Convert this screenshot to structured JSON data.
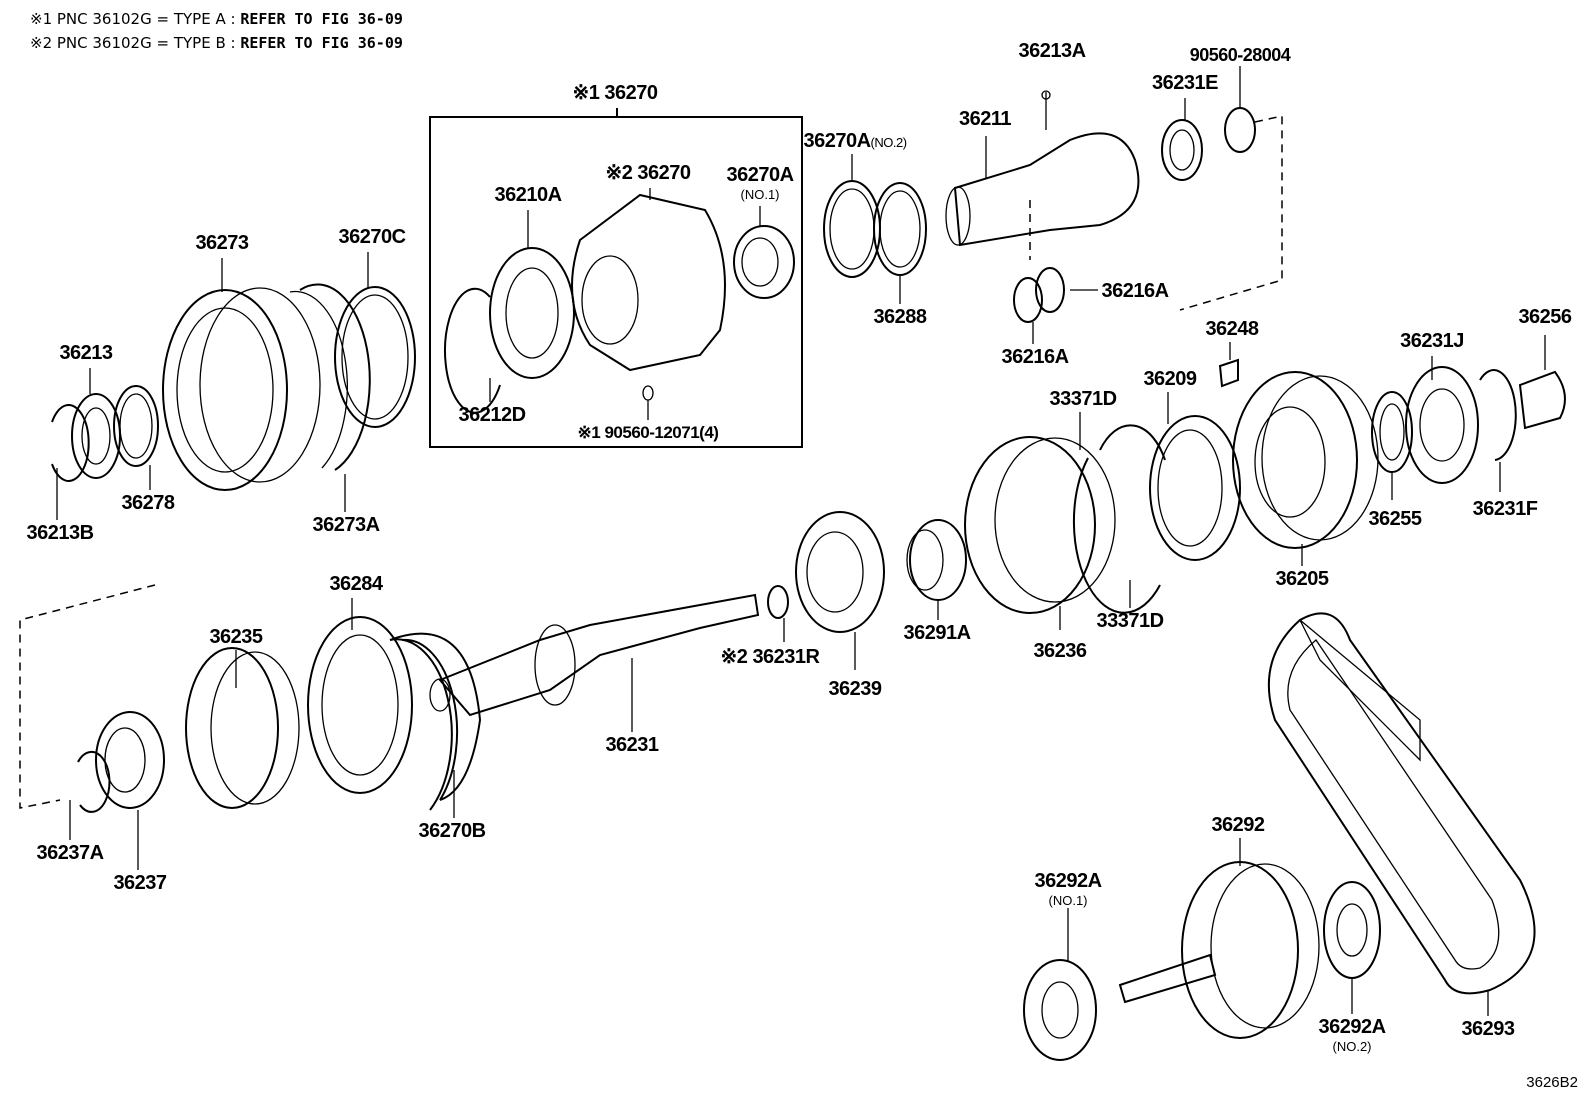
{
  "notes": [
    {
      "prefix": "※1 PNC 36102G = TYPE A :",
      "ref": "REFER TO FIG 36-09"
    },
    {
      "prefix": "※2 PNC 36102G = TYPE B :",
      "ref": "REFER TO FIG 36-09"
    }
  ],
  "parts": {
    "p36213A": "36213A",
    "p90560_28004": "90560-28004",
    "p36270_assy": "※1 36270",
    "p36231E": "36231E",
    "p36211": "36211",
    "p36270A_no2": "36270A",
    "p36270A_no2_sub": "(NO.2)",
    "p36270_type2": "※2 36270",
    "p36270A_no1": "36270A",
    "p36270A_no1_sub": "(NO.1)",
    "p36210A": "36210A",
    "p36273": "36273",
    "p36270C": "36270C",
    "p36216A_a": "36216A",
    "p36216A_b": "36216A",
    "p36288": "36288",
    "p36248": "36248",
    "p36256": "36256",
    "p36231J": "36231J",
    "p36213": "36213",
    "p36212D": "36212D",
    "p90560_12071": "※1 90560-12071(4)",
    "p33371D_a": "33371D",
    "p36209": "36209",
    "p36278": "36278",
    "p36213B": "36213B",
    "p36273A": "36273A",
    "p36255": "36255",
    "p36231F": "36231F",
    "p36205": "36205",
    "p36284": "36284",
    "p36235": "36235",
    "p36291A": "36291A",
    "p33371D_b": "33371D",
    "p36236": "36236",
    "p36231R": "※2 36231R",
    "p36239": "36239",
    "p36231": "36231",
    "p36270B": "36270B",
    "p36237A": "36237A",
    "p36237": "36237",
    "p36292": "36292",
    "p36292A_no1": "36292A",
    "p36292A_no1_sub": "(NO.1)",
    "p36292A_no2": "36292A",
    "p36292A_no2_sub": "(NO.2)",
    "p36293": "36293"
  },
  "figure_id": "3626B2"
}
